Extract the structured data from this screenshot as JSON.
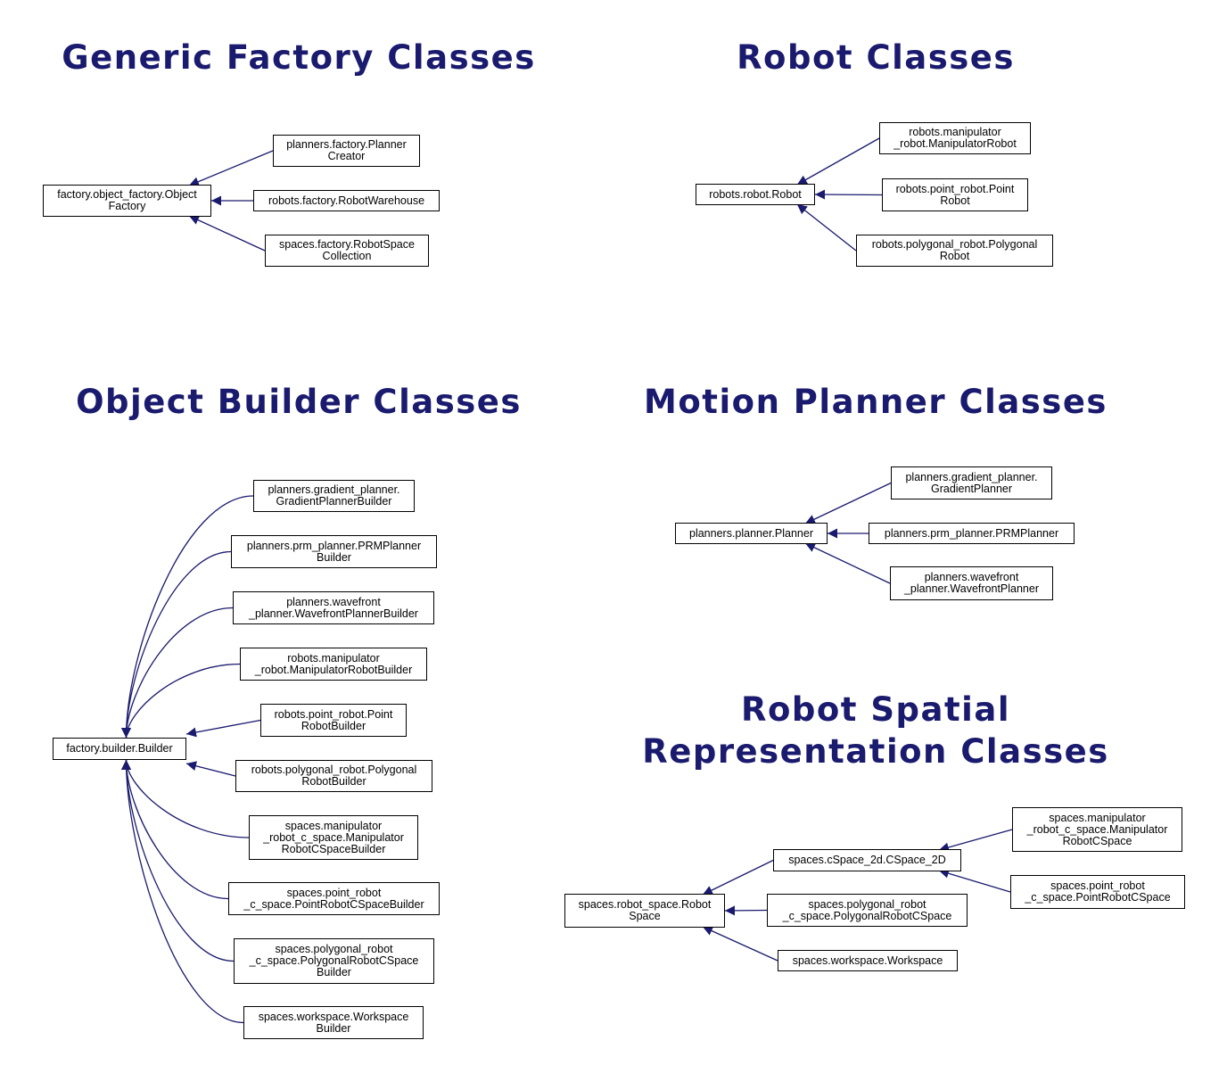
{
  "titles": {
    "generic_factory": "Generic Factory Classes",
    "robot": "Robot Classes",
    "object_builder": "Object Builder Classes",
    "motion_planner": "Motion Planner Classes",
    "spatial_line1": "Robot Spatial",
    "spatial_line2": "Representation Classes"
  },
  "colors": {
    "title": "#1a1a6e",
    "edge": "#1a1a6e",
    "node_border": "#000000"
  },
  "nodes": {
    "object_factory": "factory.object_factory.Object\nFactory",
    "planner_creator": "planners.factory.Planner\nCreator",
    "robot_warehouse": "robots.factory.RobotWarehouse",
    "robotspace_collection": "spaces.factory.RobotSpace\nCollection",
    "robot": "robots.robot.Robot",
    "manipulator_robot": "robots.manipulator\n_robot.ManipulatorRobot",
    "point_robot": "robots.point_robot.Point\nRobot",
    "polygonal_robot": "robots.polygonal_robot.Polygonal\nRobot",
    "builder": "factory.builder.Builder",
    "gradient_builder": "planners.gradient_planner.\nGradientPlannerBuilder",
    "prm_builder": "planners.prm_planner.PRMPlanner\nBuilder",
    "wavefront_builder": "planners.wavefront\n_planner.WavefrontPlannerBuilder",
    "manipulator_robot_builder": "robots.manipulator\n_robot.ManipulatorRobotBuilder",
    "point_robot_builder": "robots.point_robot.Point\nRobotBuilder",
    "polygonal_robot_builder": "robots.polygonal_robot.Polygonal\nRobotBuilder",
    "manip_cspace_builder": "spaces.manipulator\n_robot_c_space.Manipulator\nRobotCSpaceBuilder",
    "point_cspace_builder": "spaces.point_robot\n_c_space.PointRobotCSpaceBuilder",
    "polygonal_cspace_builder": "spaces.polygonal_robot\n_c_space.PolygonalRobotCSpace\nBuilder",
    "workspace_builder": "spaces.workspace.Workspace\nBuilder",
    "planner": "planners.planner.Planner",
    "gradient_planner": "planners.gradient_planner.\nGradientPlanner",
    "prm_planner": "planners.prm_planner.PRMPlanner",
    "wavefront_planner": "planners.wavefront\n_planner.WavefrontPlanner",
    "robot_space": "spaces.robot_space.Robot\nSpace",
    "cspace_2d": "spaces.cSpace_2d.CSpace_2D",
    "polygonal_cspace": "spaces.polygonal_robot\n_c_space.PolygonalRobotCSpace",
    "workspace": "spaces.workspace.Workspace",
    "manip_cspace": "spaces.manipulator\n_robot_c_space.Manipulator\nRobotCSpace",
    "point_cspace": "spaces.point_robot\n_c_space.PointRobotCSpace"
  },
  "edges": [
    [
      "planner_creator",
      "object_factory"
    ],
    [
      "robot_warehouse",
      "object_factory"
    ],
    [
      "robotspace_collection",
      "object_factory"
    ],
    [
      "manipulator_robot",
      "robot"
    ],
    [
      "point_robot",
      "robot"
    ],
    [
      "polygonal_robot",
      "robot"
    ],
    [
      "gradient_builder",
      "builder"
    ],
    [
      "prm_builder",
      "builder"
    ],
    [
      "wavefront_builder",
      "builder"
    ],
    [
      "manipulator_robot_builder",
      "builder"
    ],
    [
      "point_robot_builder",
      "builder"
    ],
    [
      "polygonal_robot_builder",
      "builder"
    ],
    [
      "manip_cspace_builder",
      "builder"
    ],
    [
      "point_cspace_builder",
      "builder"
    ],
    [
      "polygonal_cspace_builder",
      "builder"
    ],
    [
      "workspace_builder",
      "builder"
    ],
    [
      "gradient_planner",
      "planner"
    ],
    [
      "prm_planner",
      "planner"
    ],
    [
      "wavefront_planner",
      "planner"
    ],
    [
      "cspace_2d",
      "robot_space"
    ],
    [
      "polygonal_cspace",
      "robot_space"
    ],
    [
      "workspace",
      "robot_space"
    ],
    [
      "manip_cspace",
      "cspace_2d"
    ],
    [
      "point_cspace",
      "cspace_2d"
    ]
  ]
}
